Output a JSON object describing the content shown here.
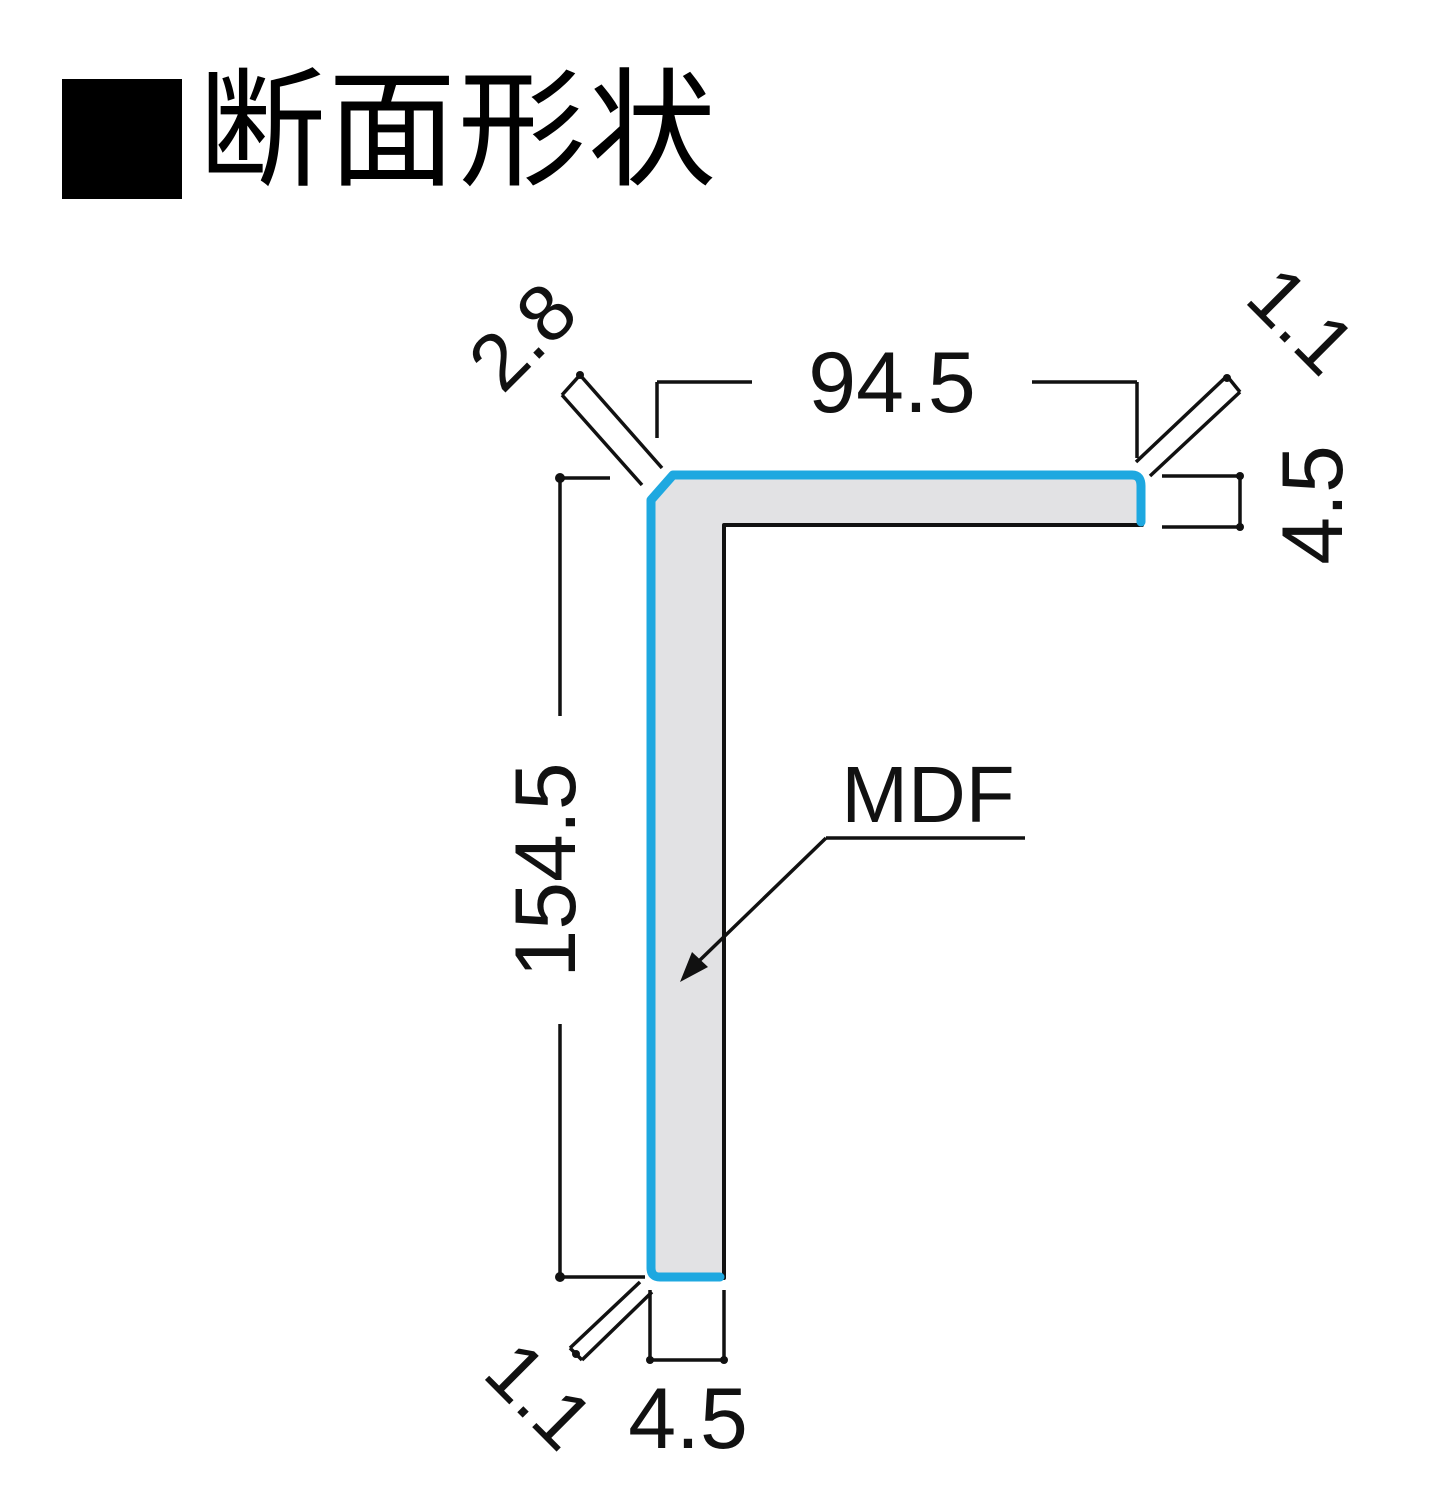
{
  "title": {
    "text": "断面形状"
  },
  "dimensions": {
    "top_width": "94.5",
    "height": "154.5",
    "top_thickness": "4.5",
    "bottom_thickness": "4.5",
    "corner_chamfer": "2.8",
    "top_right_offset": "1.1",
    "bottom_left_offset": "1.1"
  },
  "material_label": "MDF",
  "colors": {
    "edge_band": "#1ea8e0",
    "section_fill": "#e2e2e4",
    "line": "#111111"
  }
}
